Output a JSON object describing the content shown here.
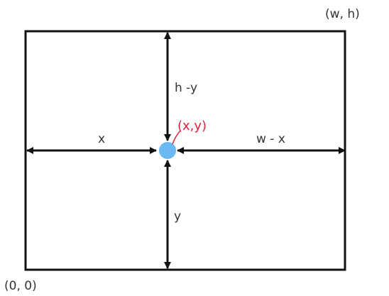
{
  "diagram": {
    "labels": {
      "top_right_corner": "(w, h)",
      "bottom_left_corner": "(0, 0)",
      "left_distance": "x",
      "right_distance": "w - x",
      "top_distance": "h -y",
      "bottom_distance": "y",
      "point": "(x,y)"
    },
    "colors": {
      "frame": "#111111",
      "arrows": "#111111",
      "text": "#333333",
      "point_fill": "#6cb8f2",
      "point_label": "#e0203a"
    }
  }
}
